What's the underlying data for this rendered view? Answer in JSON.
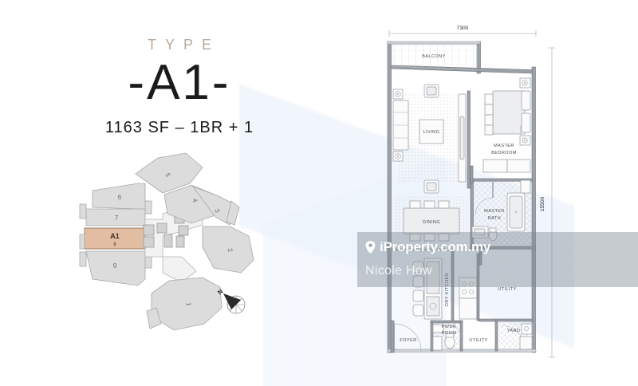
{
  "title_block": {
    "type_label": "TYPE",
    "unit_code": "-A1-",
    "code_dash_left": "–",
    "code_letter": "A1",
    "code_dash_right": "–",
    "area_summary": "1163 SF – 1BR + 1"
  },
  "key_plan": {
    "highlighted_unit_type": "A1",
    "highlighted_unit_number": "8",
    "highlight_color": "#e3bda2",
    "unit_fill": "#dcdcdc",
    "units": [
      {
        "number": "1"
      },
      {
        "number": "2"
      },
      {
        "number": "3"
      },
      {
        "number": "4"
      },
      {
        "number": "5"
      },
      {
        "number": "6"
      },
      {
        "number": "7"
      },
      {
        "number": "9"
      }
    ],
    "compass_label": "N"
  },
  "floor_plan": {
    "dimension_width": "7300",
    "dimension_height": "15500",
    "rooms": [
      {
        "name": "BALCONY"
      },
      {
        "name": "LIVING"
      },
      {
        "name": "MASTER BEDROOM"
      },
      {
        "name": "DINING"
      },
      {
        "name": "MASTER BATH"
      },
      {
        "name": "DRY KITCHEN"
      },
      {
        "name": "UTILITY"
      },
      {
        "name": "PWDR ROOM"
      },
      {
        "name": "FOYER"
      },
      {
        "name": "UTILITY"
      },
      {
        "name": "YARD"
      }
    ],
    "labels": {
      "balcony": "BALCONY",
      "living": "LIVING",
      "master_bedroom_line1": "MASTER",
      "master_bedroom_line2": "BEDROOM",
      "dining": "DINING",
      "master_bath_line1": "MASTER",
      "master_bath_line2": "BATH",
      "dry_kitchen": "DRY KITCHEN",
      "utility_upper": "UTILITY",
      "pwdr_line1": "PWDR",
      "pwdr_line2": "ROOM",
      "foyer": "FOYER",
      "utility_lower": "UTILITY",
      "yard": "YARD"
    }
  },
  "watermark": {
    "site": "iProperty.com.my",
    "agent": "Nicole How",
    "pin_icon": "location-pin-icon"
  }
}
